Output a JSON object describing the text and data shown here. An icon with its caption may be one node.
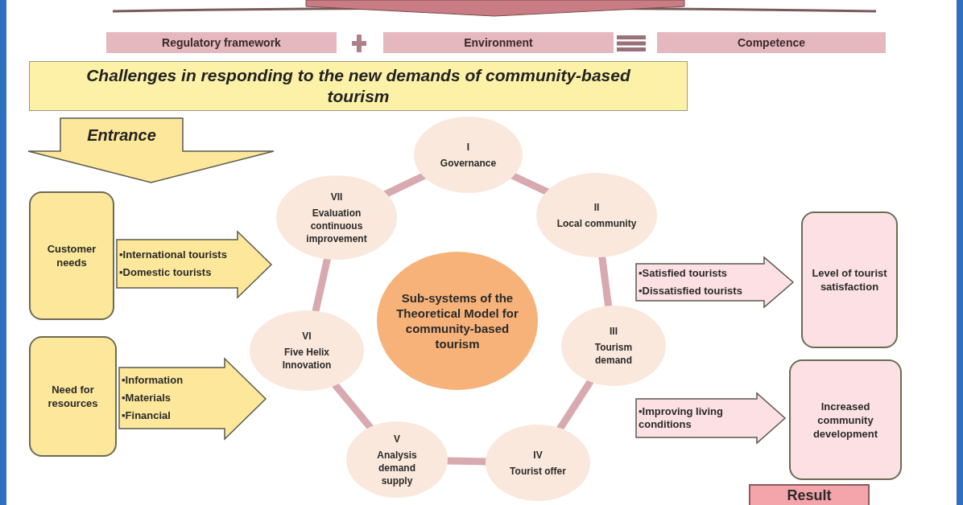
{
  "diagram": {
    "nodes": [
      {
        "text": [
          "Regulatory framework"
        ]
      },
      {
        "text": [
          "Environment"
        ]
      },
      {
        "text": [
          "Competence"
        ]
      },
      {
        "text": [
          "Challenges in responding to the new demands of  community-based tourism"
        ]
      },
      {
        "text": [
          "Customer needs"
        ]
      },
      {
        "text": [
          "Need for resources"
        ]
      },
      {
        "text": [
          "I",
          "Governance"
        ]
      },
      {
        "text": [
          "II",
          "Local community"
        ]
      },
      {
        "text": [
          "III",
          "Tourism demand"
        ]
      },
      {
        "text": [
          "IV",
          "Tourist offer"
        ]
      },
      {
        "text": [
          "V",
          "Analysis demand supply"
        ]
      },
      {
        "text": [
          "VI",
          "Five Helix Innovation"
        ]
      },
      {
        "text": [
          "VII",
          "Evaluation continuous improvement"
        ]
      },
      {
        "text": [
          "Sub-systems of the Theoretical Model for community-based tourism"
        ]
      },
      {
        "text": [
          "Level of tourist satisfaction"
        ]
      },
      {
        "text": [
          "Increased community development"
        ]
      },
      {
        "text": [
          "Result"
        ]
      }
    ],
    "edges": [
      {
        "from": 6,
        "to": 7,
        "arrow": "none"
      },
      {
        "from": 7,
        "to": 8,
        "arrow": "none"
      },
      {
        "from": 8,
        "to": 9,
        "arrow": "none"
      },
      {
        "from": 9,
        "to": 10,
        "arrow": "none"
      },
      {
        "from": 10,
        "to": 11,
        "arrow": "none"
      },
      {
        "from": 11,
        "to": 12,
        "arrow": "none"
      },
      {
        "from": 12,
        "to": 6,
        "arrow": "none"
      },
      {
        "from": 3,
        "to": 4,
        "arrow": "to",
        "label": [
          "Entrance"
        ]
      },
      {
        "from": 4,
        "to": 12,
        "arrow": "to",
        "label": [
          "▪International tourists",
          "▪Domestic tourists"
        ]
      },
      {
        "from": 5,
        "to": 11,
        "arrow": "to",
        "label": [
          "▪Information",
          "▪Materials",
          "▪Financial"
        ]
      },
      {
        "from": 8,
        "to": 14,
        "arrow": "to",
        "label": [
          "▪Satisfied tourists",
          "▪Dissatisfied tourists"
        ]
      },
      {
        "from": 8,
        "to": 15,
        "arrow": "to",
        "label": [
          "▪Improving living conditions"
        ]
      }
    ]
  }
}
